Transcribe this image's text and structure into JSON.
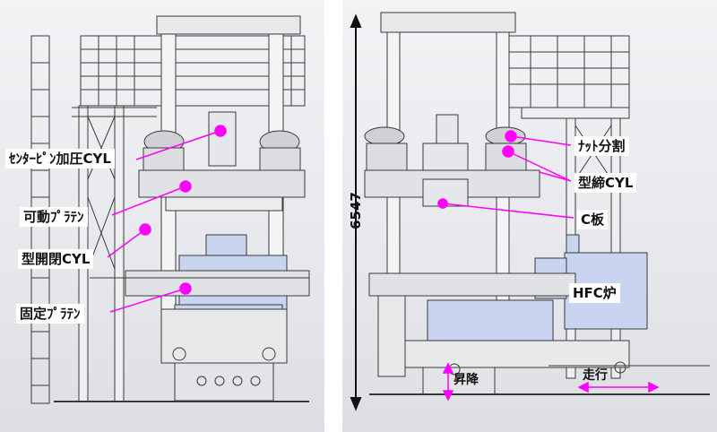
{
  "left_figure": {
    "labels": {
      "center_pin": "ｾﾝﾀｰﾋﾟﾝ加圧CYL",
      "movable_platen": "可動ﾌﾟﾗﾃﾝ",
      "mold_open_close": "型開閉CYL",
      "fixed_platen": "固定ﾌﾟﾗﾃﾝ"
    }
  },
  "right_figure": {
    "dimension": "6547",
    "labels": {
      "nut_split": "ﾅｯﾄ分割",
      "mold_clamp": "型締CYL",
      "c_plate": "C板",
      "hfc_furnace": "HFC炉"
    },
    "motions": {
      "lift": "昇降",
      "travel": "走行"
    }
  },
  "colors": {
    "callout": "#ff00ff",
    "furnace_fill": "#c9d4f0",
    "frame_stroke": "#3a3a3a"
  }
}
